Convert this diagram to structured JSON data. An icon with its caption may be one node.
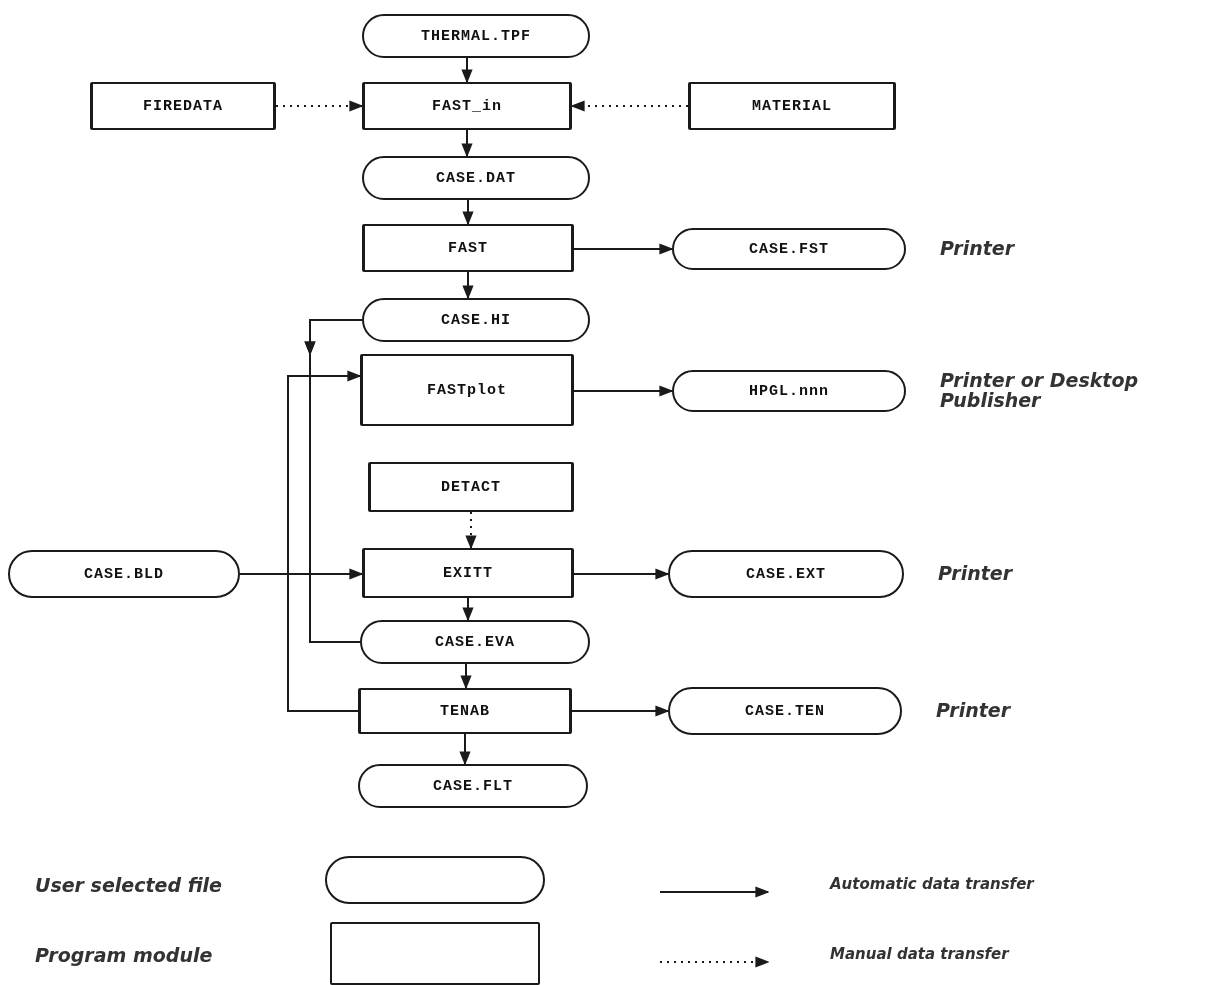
{
  "diagram": {
    "nodes": [
      {
        "text": [
          "THERMAL.TPF"
        ]
      },
      {
        "text": [
          "FIREDATA"
        ]
      },
      {
        "text": [
          "FAST_in"
        ]
      },
      {
        "text": [
          "MATERIAL"
        ]
      },
      {
        "text": [
          "CASE.DAT"
        ]
      },
      {
        "text": [
          "FAST"
        ]
      },
      {
        "text": [
          "CASE.FST"
        ],
        "beside": [
          "Printer"
        ]
      },
      {
        "text": [
          "CASE.HI"
        ]
      },
      {
        "text": [
          "FASTplot"
        ]
      },
      {
        "text": [
          "HPGL.nnn"
        ],
        "beside": [
          "Printer or Desktop Publisher"
        ]
      },
      {
        "text": [
          "DETACT"
        ]
      },
      {
        "text": [
          "CASE.BLD"
        ]
      },
      {
        "text": [
          "EXITT"
        ]
      },
      {
        "text": [
          "CASE.EXT"
        ],
        "beside": [
          "Printer"
        ]
      },
      {
        "text": [
          "CASE.EVA"
        ]
      },
      {
        "text": [
          "TENAB"
        ]
      },
      {
        "text": [
          "CASE.TEN"
        ],
        "beside": [
          "Printer"
        ]
      },
      {
        "text": [
          "CASE.FLT"
        ]
      }
    ],
    "edges": [
      {
        "from": 0,
        "to": 2,
        "arrow": "to"
      },
      {
        "from": 1,
        "to": 2,
        "arrow": "to",
        "style": "dashed"
      },
      {
        "from": 3,
        "to": 2,
        "arrow": "to",
        "style": "dashed"
      },
      {
        "from": 2,
        "to": 4,
        "arrow": "to"
      },
      {
        "from": 4,
        "to": 5,
        "arrow": "to"
      },
      {
        "from": 5,
        "to": 6,
        "arrow": "to"
      },
      {
        "from": 5,
        "to": 7,
        "arrow": "to"
      },
      {
        "from": 7,
        "to": 8,
        "arrow": "to"
      },
      {
        "from": 14,
        "to": 8,
        "arrow": "to"
      },
      {
        "from": 15,
        "to": 8,
        "arrow": "to"
      },
      {
        "from": 8,
        "to": 9,
        "arrow": "to"
      },
      {
        "from": 10,
        "to": 12,
        "arrow": "to",
        "style": "dashed"
      },
      {
        "from": 11,
        "to": 12,
        "arrow": "to"
      },
      {
        "from": 12,
        "to": 13,
        "arrow": "to"
      },
      {
        "from": 12,
        "to": 14,
        "arrow": "to"
      },
      {
        "from": 14,
        "to": 15,
        "arrow": "to"
      },
      {
        "from": 15,
        "to": 16,
        "arrow": "to"
      },
      {
        "from": 15,
        "to": 17,
        "arrow": "to"
      }
    ],
    "legend": [
      {
        "text": "User selected file"
      },
      {
        "text": "Program module"
      },
      {
        "text": "Automatic data transfer"
      },
      {
        "text": "Manual data transfer"
      }
    ]
  }
}
